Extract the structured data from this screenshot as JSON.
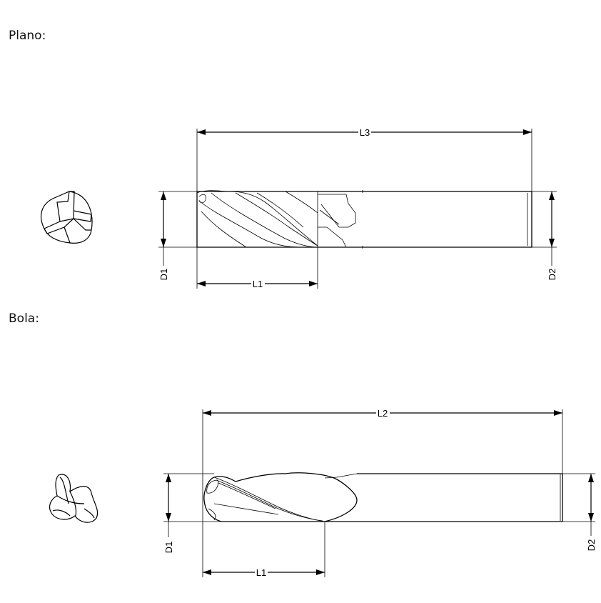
{
  "sections": [
    {
      "title": "Plano:",
      "dimensions": {
        "overall_length": "L3",
        "cut_length": "L1",
        "cut_diameter": "D1",
        "shank_diameter": "D2"
      }
    },
    {
      "title": "Bola:",
      "dimensions": {
        "overall_length": "L2",
        "cut_length": "L1",
        "cut_diameter": "D1",
        "shank_diameter": "D2"
      }
    }
  ]
}
